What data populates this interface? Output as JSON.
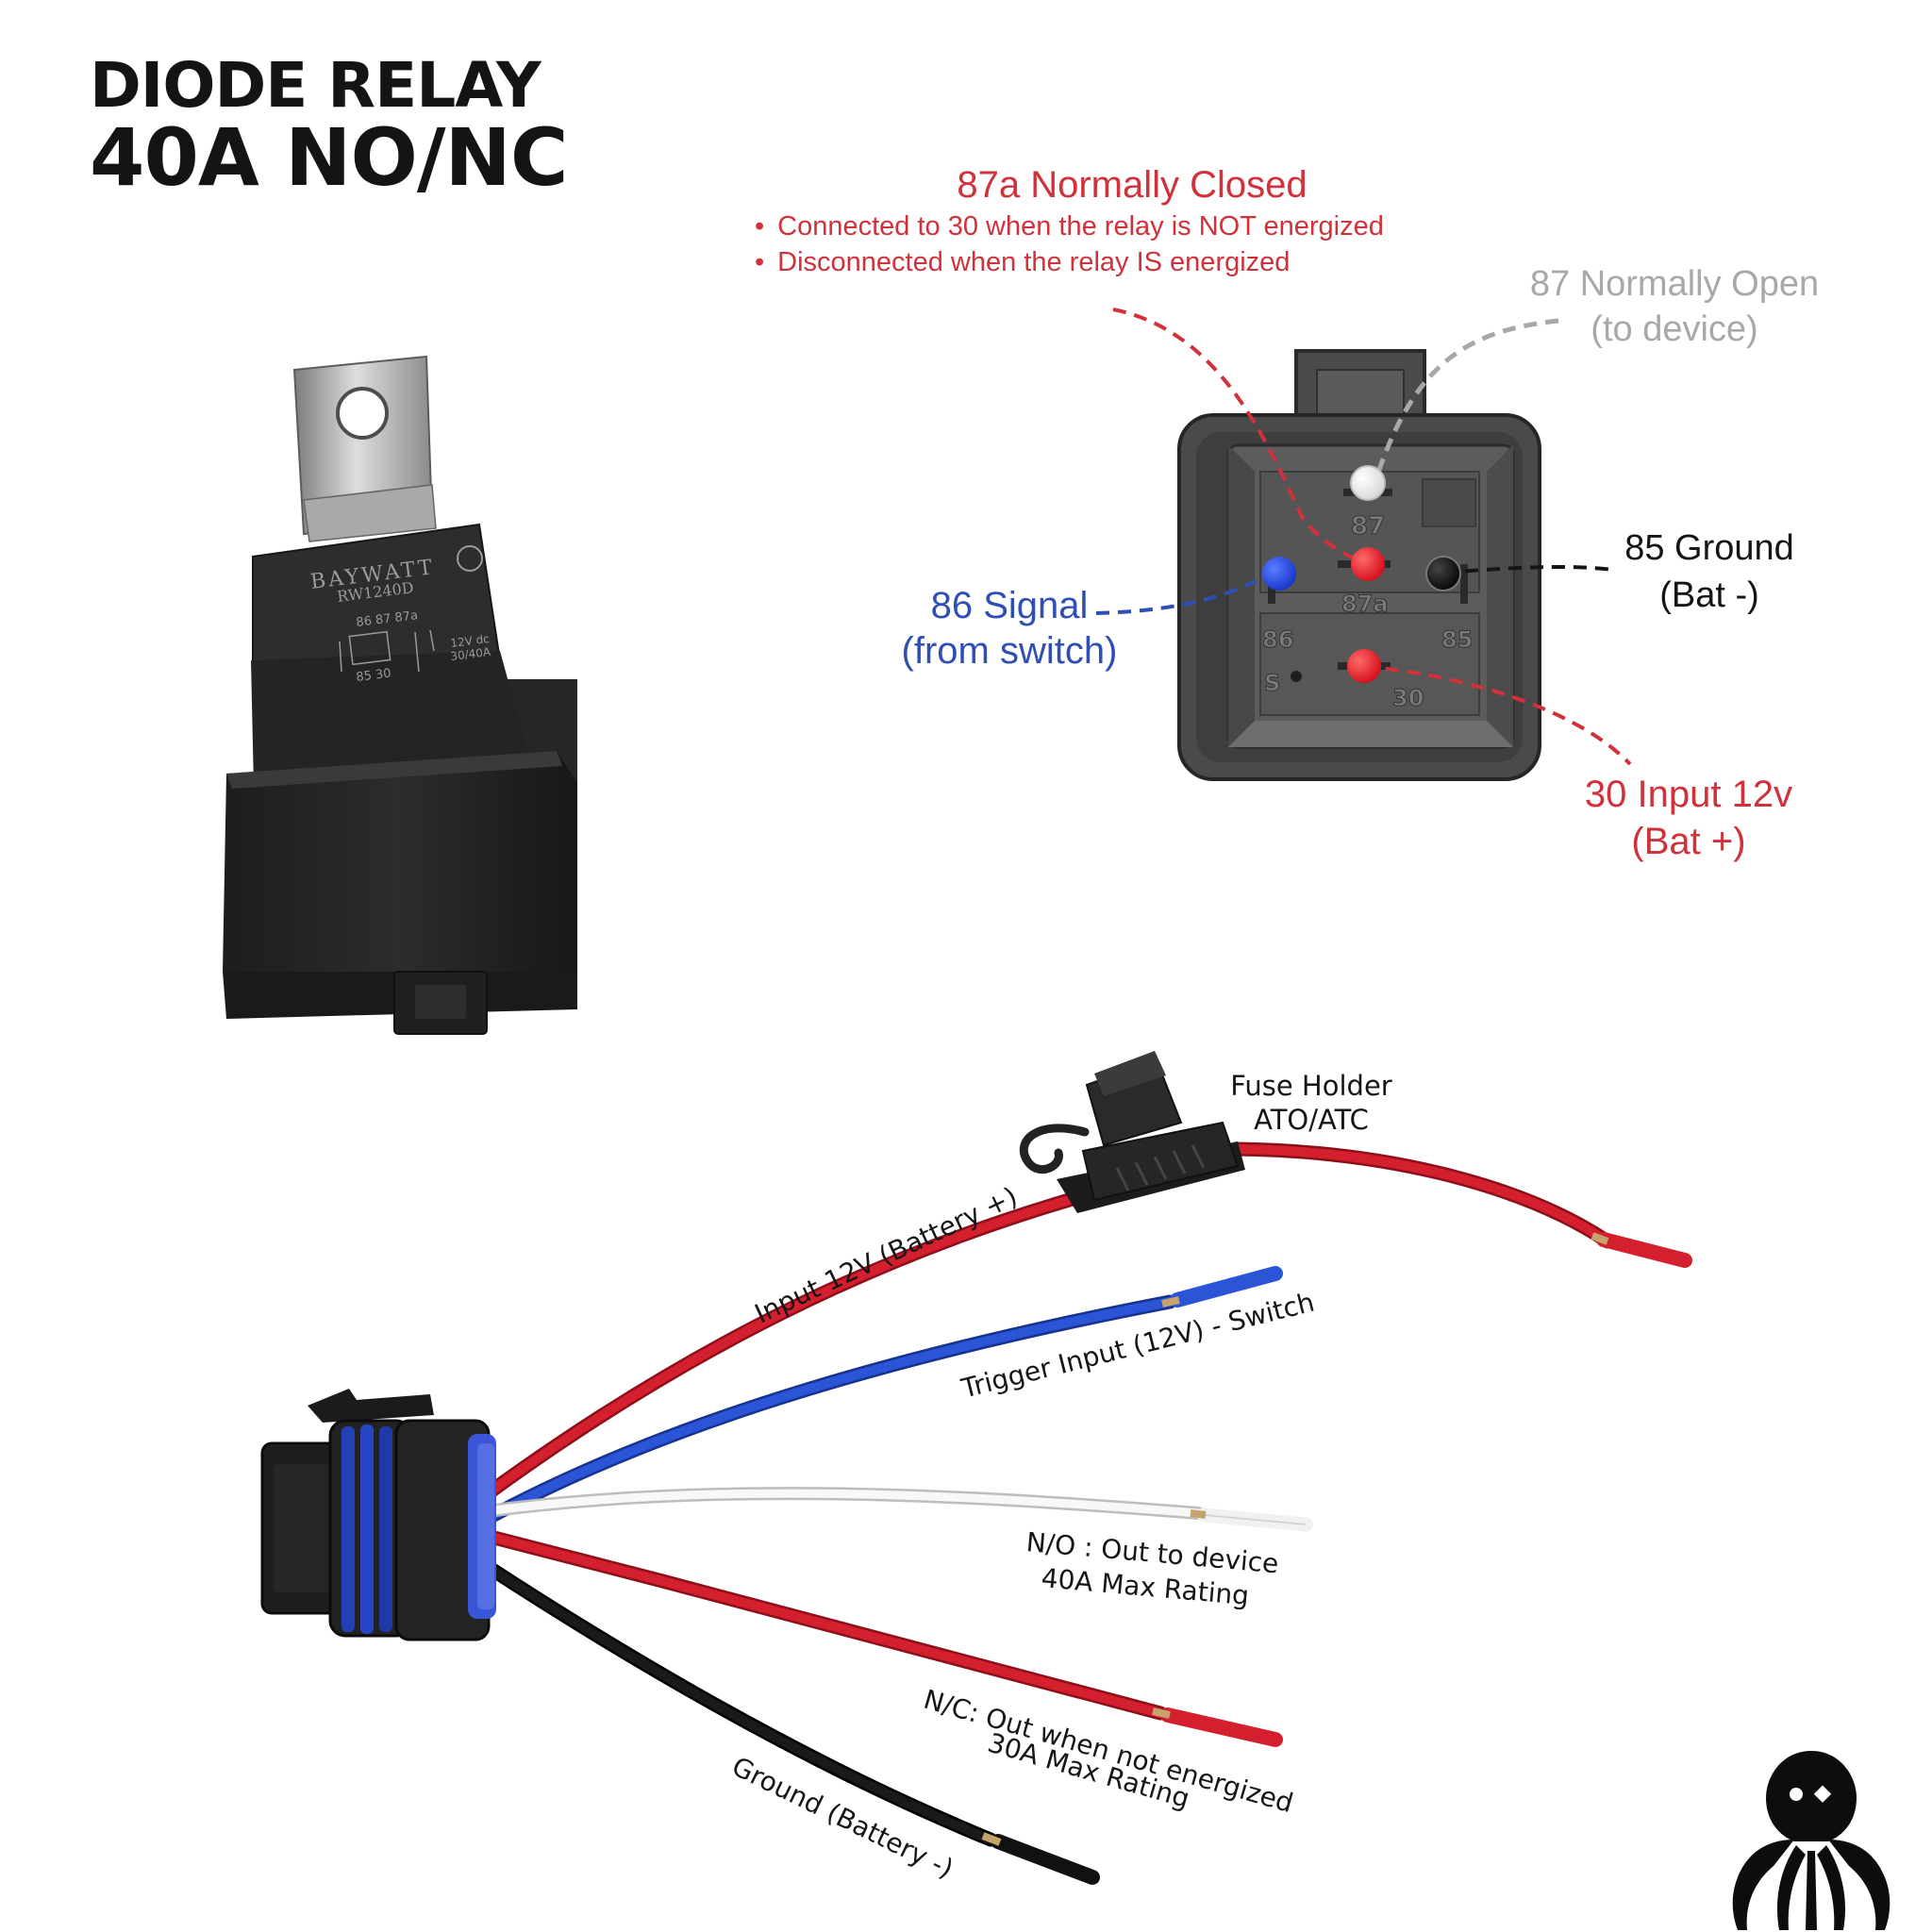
{
  "title": {
    "line1": "DIODE RELAY",
    "line2": "40A NO/NC"
  },
  "relay_print": {
    "brand": "BAYWATT",
    "model": "RW1240D",
    "pins_top": "86  87  87a",
    "pins_bottom": "85       30",
    "rating_1": "12V dc",
    "rating_2": "30/40A"
  },
  "pin_face": {
    "pin_labels": [
      "87",
      "87a",
      "86",
      "85",
      "30",
      "S"
    ]
  },
  "callouts": {
    "nc": {
      "title": "87a Normally Closed",
      "bullets": [
        "Connected to 30 when the relay is NOT energized",
        "Disconnected when the relay IS energized"
      ]
    },
    "no": {
      "line1": "87 Normally Open",
      "line2": "(to device)"
    },
    "ground": {
      "line1": "85 Ground",
      "line2": "(Bat -)"
    },
    "signal": {
      "line1": "86 Signal",
      "line2": "(from switch)"
    },
    "input": {
      "line1": "30 Input 12v",
      "line2": "(Bat +)"
    }
  },
  "harness": {
    "fuse_line1": "Fuse Holder",
    "fuse_line2": "ATO/ATC",
    "wire_input": "Input 12V (Battery +)",
    "wire_trigger": "Trigger Input  (12V) - Switch",
    "wire_no_1": "N/O : Out to device",
    "wire_no_2": "40A Max Rating",
    "wire_nc_1": "N/C: Out when not energized",
    "wire_nc_2": "30A Max Rating",
    "wire_ground": "Ground (Battery -)"
  },
  "colors": {
    "red": "#d0313a",
    "grey": "#a8a8a8",
    "blue": "#2f4fb5",
    "black": "#151515",
    "wire_red": "#d41f2f",
    "wire_blue": "#2b54d6"
  },
  "icons": [
    "relay-photo",
    "relay-pin-face",
    "wiring-harness",
    "fuse-holder",
    "octopus-logo-icon"
  ]
}
